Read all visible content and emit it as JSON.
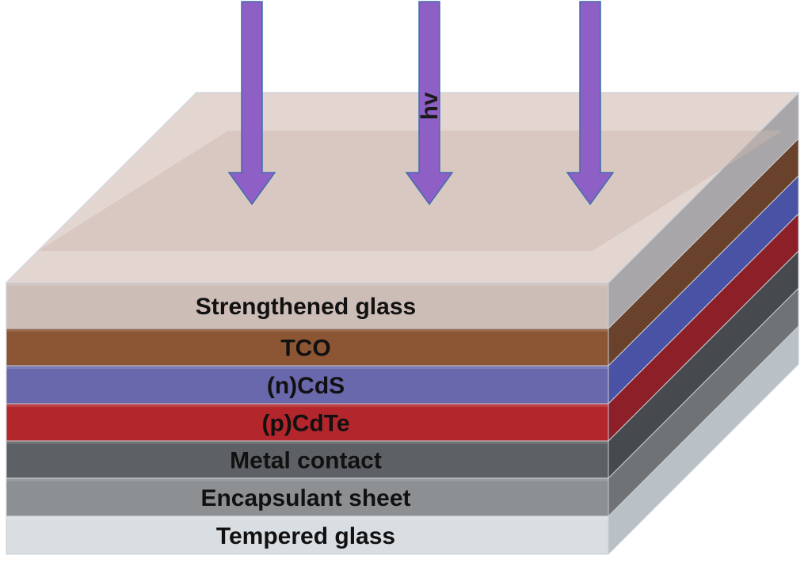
{
  "diagram": {
    "light_label": "hv",
    "arrow_color": "#8e5fc4",
    "arrow_stroke": "#3f6fae",
    "layers": [
      {
        "id": "strengthened-glass",
        "label": "Strengthened glass",
        "front": "#cdbdb7",
        "side": "#a8a6a9",
        "top": "#d9c8c2"
      },
      {
        "id": "tco",
        "label": "TCO",
        "front": "#8c5534",
        "side": "#6a412b"
      },
      {
        "id": "n-cds",
        "label": "(n)CdS",
        "front": "#6a68ad",
        "side": "#4a52a6"
      },
      {
        "id": "p-cdte",
        "label": "(p)CdTe",
        "front": "#b3262c",
        "side": "#8c1f28"
      },
      {
        "id": "metal-contact",
        "label": "Metal contact",
        "front": "#5d6064",
        "side": "#46494d"
      },
      {
        "id": "encapsulant-sheet",
        "label": "Encapsulant sheet",
        "front": "#8d9092",
        "side": "#6f7375"
      },
      {
        "id": "tempered-glass",
        "label": "Tempered glass",
        "front": "#d9dee2",
        "side": "#b9c0c6"
      }
    ]
  }
}
